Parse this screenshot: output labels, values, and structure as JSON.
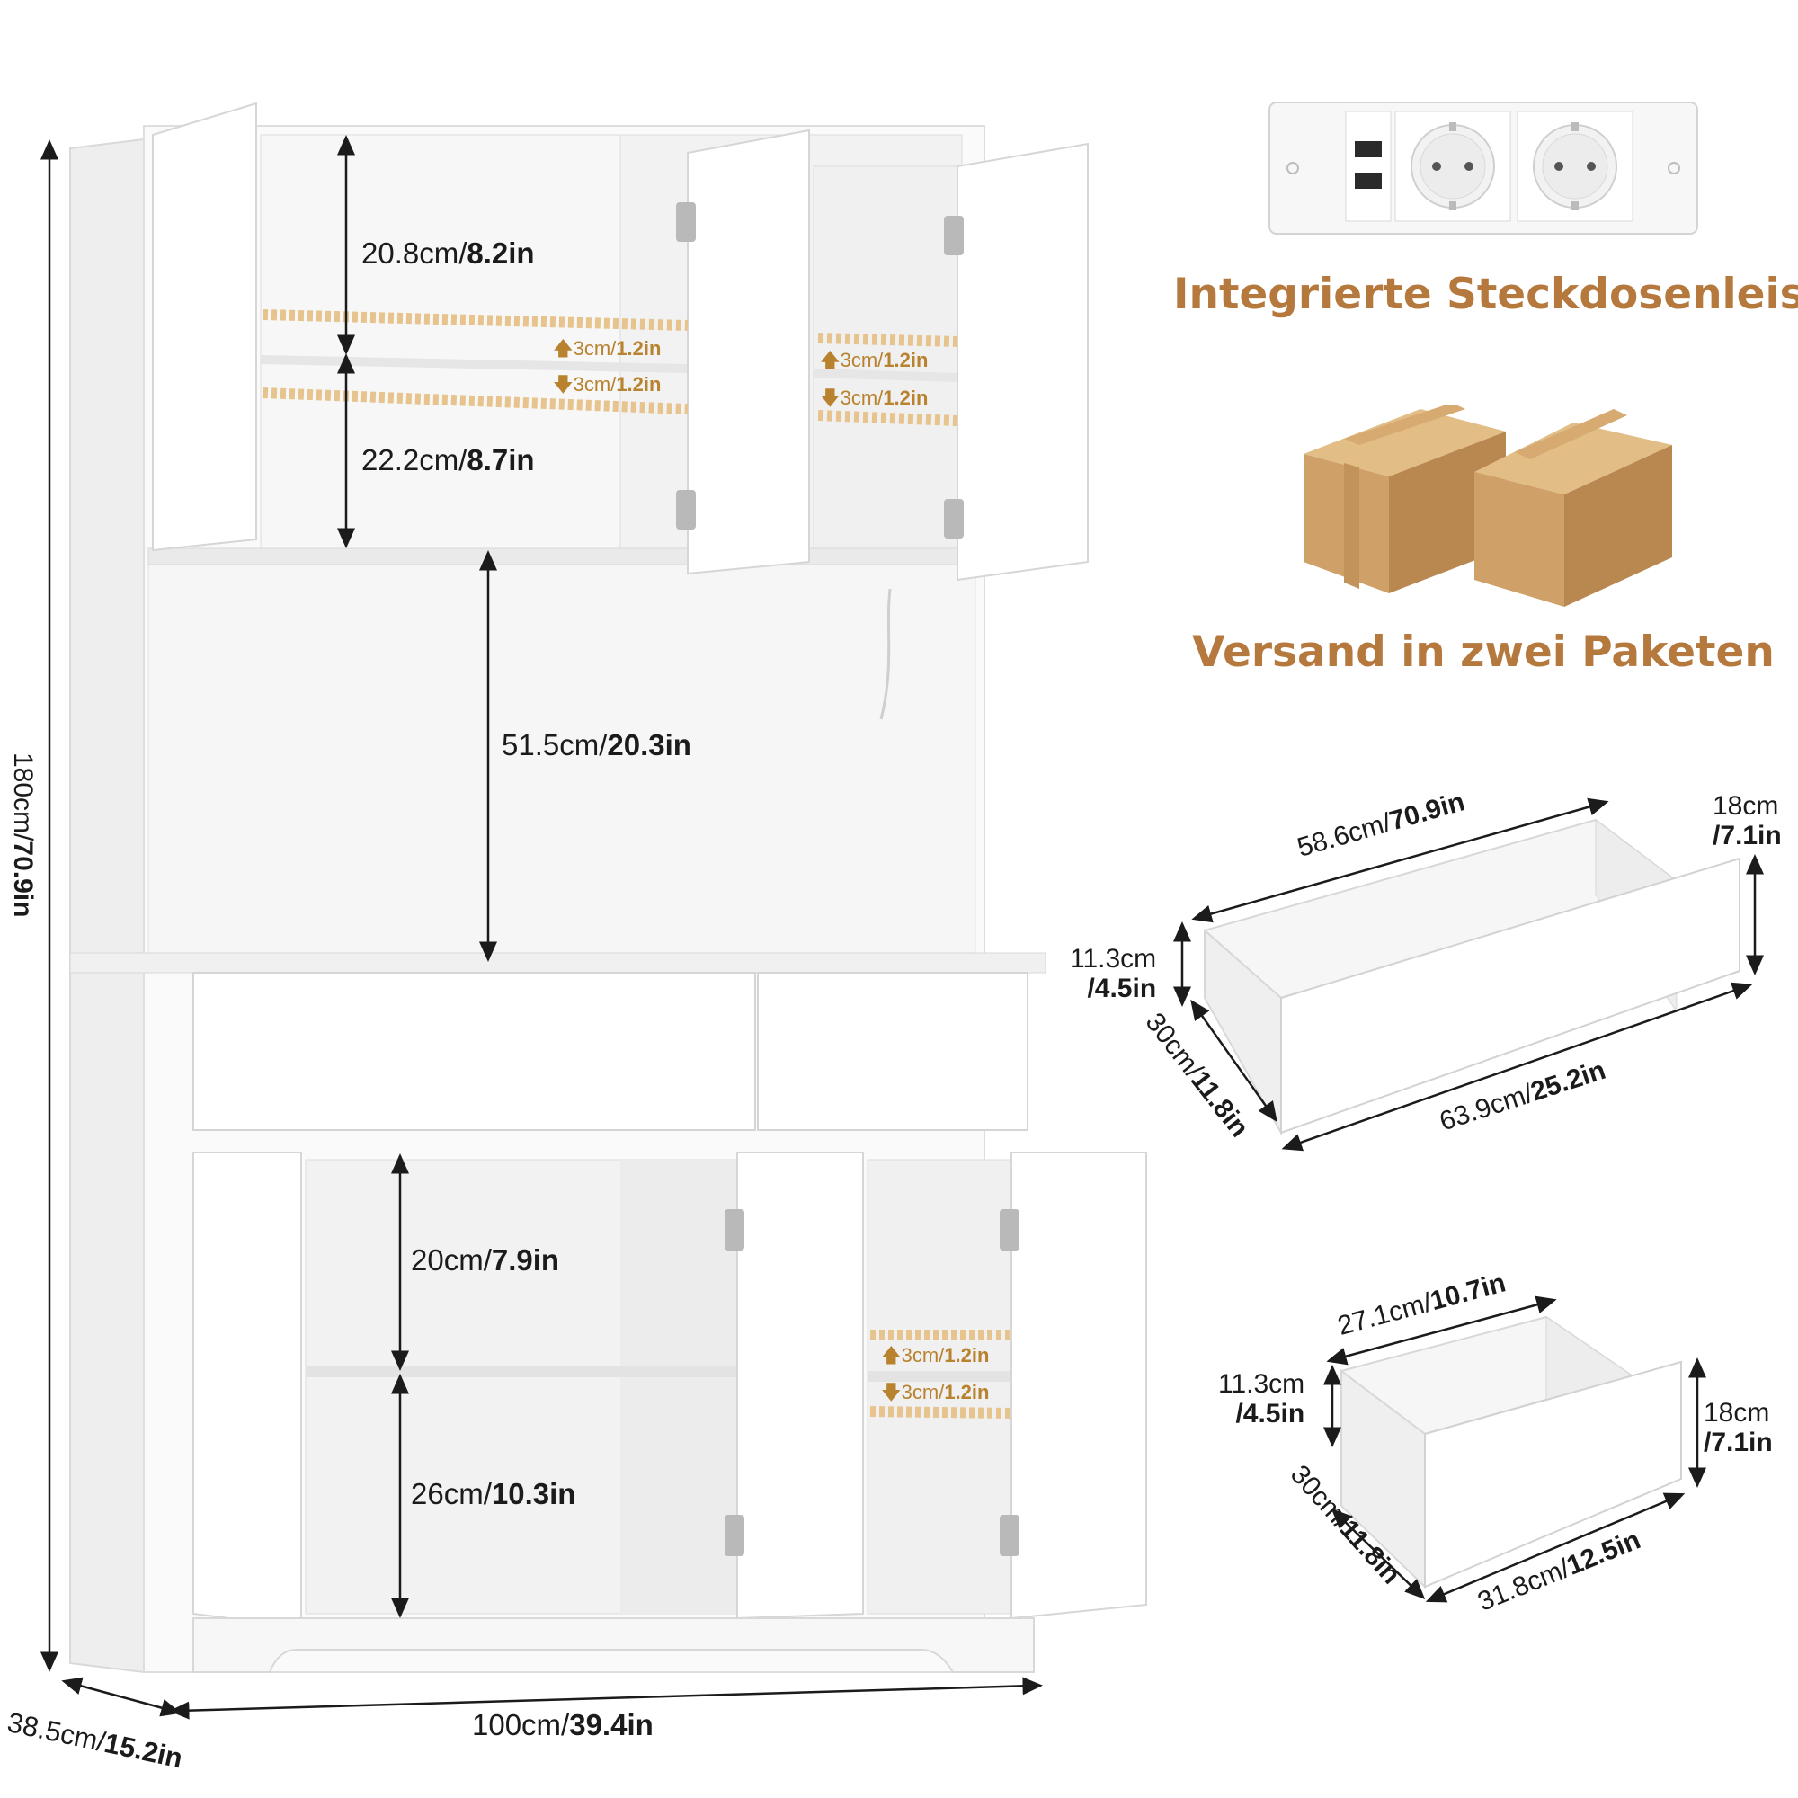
{
  "features": {
    "socket_strip_title": "Integrierte Steckdosenleiste",
    "shipping_title": "Versand in zwei Paketen"
  },
  "cabinet": {
    "height_cm": "180cm/",
    "height_in": "70.9in",
    "depth_cm": "38.5cm/",
    "depth_in": "15.2in",
    "width_cm": "100cm/",
    "width_in": "39.4in",
    "upper_shelf_top_cm": "20.8cm/",
    "upper_shelf_top_in": "8.2in",
    "upper_shelf_bottom_cm": "22.2cm/",
    "upper_shelf_bottom_in": "8.7in",
    "open_space_cm": "51.5cm/",
    "open_space_in": "20.3in",
    "lower_shelf_top_cm": "20cm/",
    "lower_shelf_top_in": "7.9in",
    "lower_shelf_bottom_cm": "26cm/",
    "lower_shelf_bottom_in": "10.3in",
    "adjust_cm": "3cm/",
    "adjust_in": "1.2in"
  },
  "large_drawer": {
    "inner_width_cm": "58.6cm/",
    "inner_width_in": "70.9in",
    "front_height_cm": "18cm",
    "front_height_in": "/7.1in",
    "side_height_cm": "11.3cm",
    "side_height_in": "/4.5in",
    "depth_cm": "30cm/",
    "depth_in": "11.8in",
    "outer_width_cm": "63.9cm/",
    "outer_width_in": "25.2in"
  },
  "small_drawer": {
    "inner_width_cm": "27.1cm/",
    "inner_width_in": "10.7in",
    "front_height_cm": "18cm",
    "front_height_in": "/7.1in",
    "side_height_cm": "11.3cm",
    "side_height_in": "/4.5in",
    "depth_cm": "30cm/",
    "depth_in": "11.8in",
    "outer_width_cm": "31.8cm/",
    "outer_width_in": "12.5in"
  },
  "colors": {
    "accent": "#b5793e",
    "adjust_text": "#b8822e",
    "board": "#f4f4f4",
    "carton": "#c9a16b"
  }
}
